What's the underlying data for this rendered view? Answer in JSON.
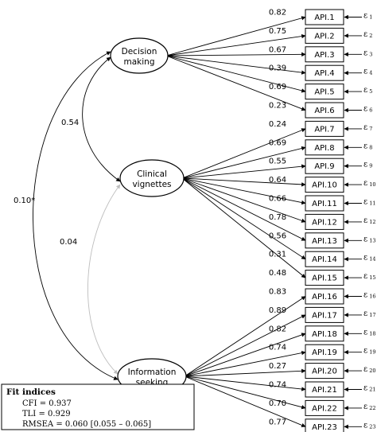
{
  "factors": [
    {
      "id": "decision",
      "lines": [
        "Decision",
        "making"
      ]
    },
    {
      "id": "clinical",
      "lines": [
        "Clinical",
        "vignettes"
      ]
    },
    {
      "id": "information",
      "lines": [
        "Information",
        "seeking"
      ]
    }
  ],
  "correlations": [
    {
      "from": "decision",
      "to": "clinical",
      "label": "0.54",
      "color": "#000000"
    },
    {
      "from": "clinical",
      "to": "information",
      "label": "0.04",
      "color": "#bdbdbd"
    },
    {
      "from": "decision",
      "to": "information",
      "label": "0.10*",
      "color": "#000000"
    }
  ],
  "items": [
    {
      "label": "API.1",
      "factor": "decision",
      "loading": "0.82",
      "error_sub": "1"
    },
    {
      "label": "API.2",
      "factor": "decision",
      "loading": "0.75",
      "error_sub": "2"
    },
    {
      "label": "API.3",
      "factor": "decision",
      "loading": "0.67",
      "error_sub": "3"
    },
    {
      "label": "API.4",
      "factor": "decision",
      "loading": "0.39",
      "error_sub": "4"
    },
    {
      "label": "API.5",
      "factor": "decision",
      "loading": "0.69",
      "error_sub": "5"
    },
    {
      "label": "API.6",
      "factor": "decision",
      "loading": "0.23",
      "error_sub": "6"
    },
    {
      "label": "API.7",
      "factor": "clinical",
      "loading": "0.24",
      "error_sub": "7"
    },
    {
      "label": "API.8",
      "factor": "clinical",
      "loading": "0.69",
      "error_sub": "8"
    },
    {
      "label": "API.9",
      "factor": "clinical",
      "loading": "0.55",
      "error_sub": "9"
    },
    {
      "label": "API.10",
      "factor": "clinical",
      "loading": "0.64",
      "error_sub": "10"
    },
    {
      "label": "API.11",
      "factor": "clinical",
      "loading": "0.66",
      "error_sub": "11"
    },
    {
      "label": "API.12",
      "factor": "clinical",
      "loading": "0.78",
      "error_sub": "12"
    },
    {
      "label": "API.13",
      "factor": "clinical",
      "loading": "0.56",
      "error_sub": "13"
    },
    {
      "label": "API.14",
      "factor": "clinical",
      "loading": "0.31",
      "error_sub": "14"
    },
    {
      "label": "API.15",
      "factor": "clinical",
      "loading": "0.48",
      "error_sub": "15"
    },
    {
      "label": "API.16",
      "factor": "information",
      "loading": "0.83",
      "error_sub": "16"
    },
    {
      "label": "API.17",
      "factor": "information",
      "loading": "0.89",
      "error_sub": "17"
    },
    {
      "label": "API.18",
      "factor": "information",
      "loading": "0.82",
      "error_sub": "18"
    },
    {
      "label": "API.19",
      "factor": "information",
      "loading": "0.74",
      "error_sub": "19"
    },
    {
      "label": "API.20",
      "factor": "information",
      "loading": "0.27",
      "error_sub": "20"
    },
    {
      "label": "API.21",
      "factor": "information",
      "loading": "0.74",
      "error_sub": "21"
    },
    {
      "label": "API.22",
      "factor": "information",
      "loading": "0.70",
      "error_sub": "22"
    },
    {
      "label": "API.23",
      "factor": "information",
      "loading": "0.77",
      "error_sub": "23"
    }
  ],
  "error_symbol": "ε",
  "fit_indices": {
    "title": "Fit indices",
    "cfi": "CFI = 0.937",
    "tli": "TLI = 0.929",
    "rmsea": "RMSEA = 0.060 [0.055 – 0.065]"
  }
}
